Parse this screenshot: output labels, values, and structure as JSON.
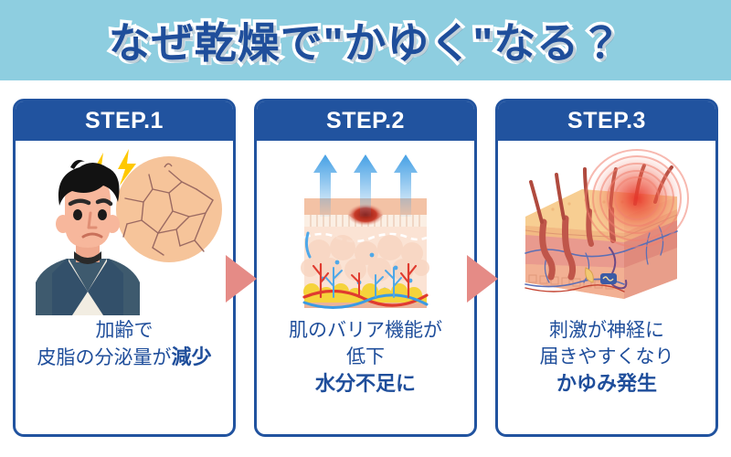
{
  "banner": {
    "title": "なぜ乾燥で\"かゆく\"なる？",
    "bg_color": "#8ECEE0",
    "text_color": "#1F4E9B",
    "outline_color": "#FFFFFF"
  },
  "theme": {
    "card_border_color": "#21539F",
    "header_bg_color": "#21539F",
    "header_text_color": "#FFFFFF",
    "body_text_color": "#1F4E9B",
    "highlight_color": "#FBDC9A",
    "arrow_color": "#E58B86",
    "lightning_color": "#FFC800",
    "moisture_arrow_color": "#3B9BE3",
    "irritation_color": "#E8433A"
  },
  "steps": [
    {
      "header": "STEP.1",
      "illustration": "worried-man-dry-skin-illustration",
      "caption_lines": [
        "加齢で",
        "皮脂の分泌量が"
      ],
      "caption_highlight": "減少",
      "highlight_inline": true
    },
    {
      "header": "STEP.2",
      "illustration": "skin-cross-section-moisture-loss-illustration",
      "caption_lines": [
        "肌のバリア機能が",
        "低下"
      ],
      "caption_highlight": "水分不足に",
      "highlight_inline": false
    },
    {
      "header": "STEP.3",
      "illustration": "skin-block-nerve-irritation-illustration",
      "caption_lines": [
        "刺激が神経に",
        "届きやすくなり"
      ],
      "caption_highlight": "かゆみ発生",
      "highlight_inline": false
    }
  ],
  "connectors": [
    {
      "name": "step1-to-step2-arrow",
      "glyph": "triangle-right-icon"
    },
    {
      "name": "step2-to-step3-arrow",
      "glyph": "triangle-right-icon"
    }
  ]
}
